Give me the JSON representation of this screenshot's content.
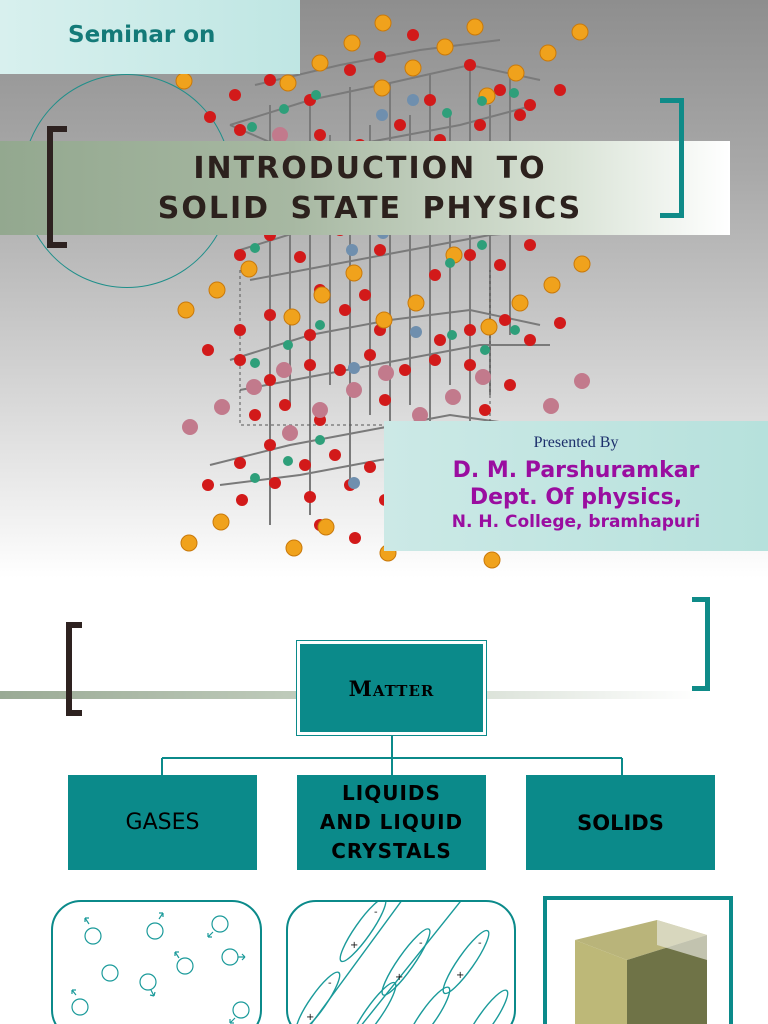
{
  "slide1": {
    "seminar_label": "Seminar on",
    "title_line1": "INTRODUCTION TO",
    "title_line2": "SOLID STATE PHYSICS",
    "presented_by": "Presented By",
    "presenter_name": "D. M. Parshuramkar",
    "presenter_dept": "Dept. Of physics,",
    "presenter_college": "N. H. College, bramhapuri"
  },
  "slide2": {
    "root": "Matter",
    "categories": [
      "GASES",
      "LIQUIDS AND LIQUID CRYSTALS",
      "SOLIDS"
    ],
    "liquids_lines": [
      "LIQUIDS",
      "AND LIQUID",
      "CRYSTALS"
    ]
  },
  "colors": {
    "teal": "#0b8a8a",
    "title_text": "#2c211d",
    "presenter_text": "#9a0da0",
    "seminar_text": "#137a78"
  }
}
